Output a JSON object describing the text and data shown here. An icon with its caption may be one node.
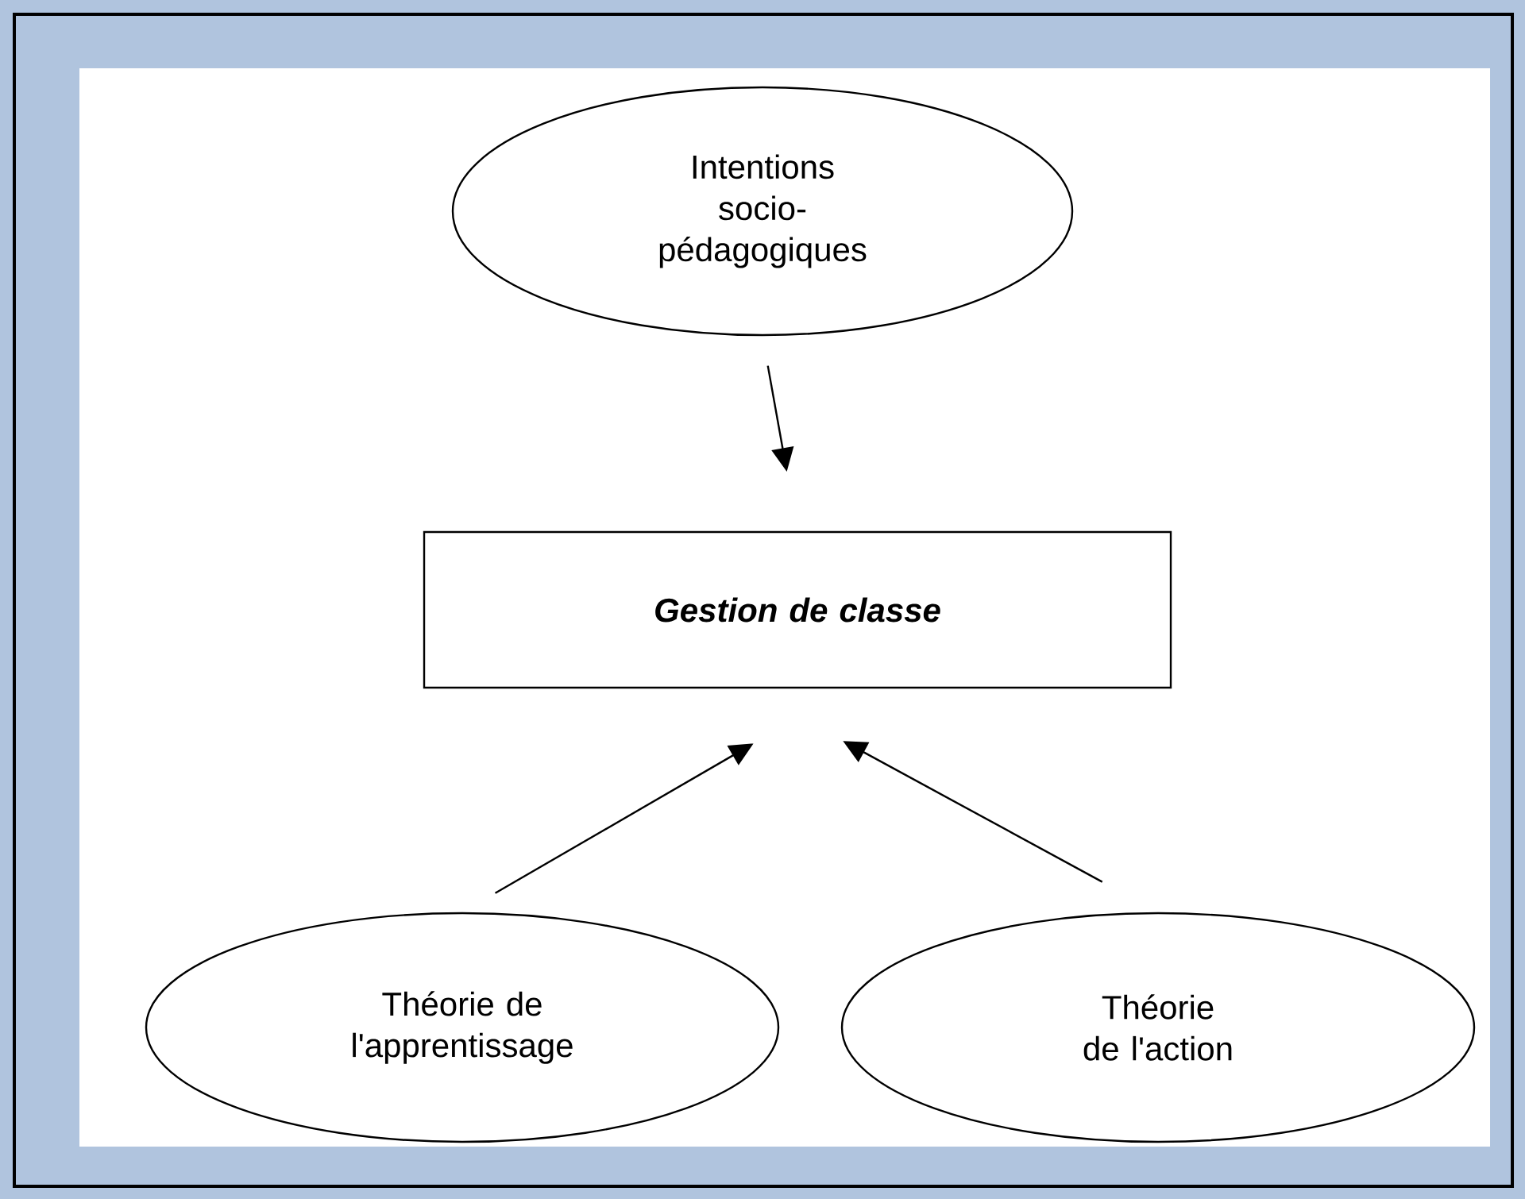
{
  "diagram": {
    "nodes": [
      {
        "text": [
          "Intentions socio-pédagogiques"
        ]
      },
      {
        "text": [
          "Gestion de classe"
        ]
      },
      {
        "text": [
          "Théorie de l'apprentissage"
        ]
      },
      {
        "text": [
          "Théorie de l'action"
        ]
      }
    ],
    "edges": [
      {
        "from": 0,
        "to": 1,
        "arrow": "to"
      },
      {
        "from": 2,
        "to": 1,
        "arrow": "to"
      },
      {
        "from": 3,
        "to": 1,
        "arrow": "to"
      }
    ]
  }
}
